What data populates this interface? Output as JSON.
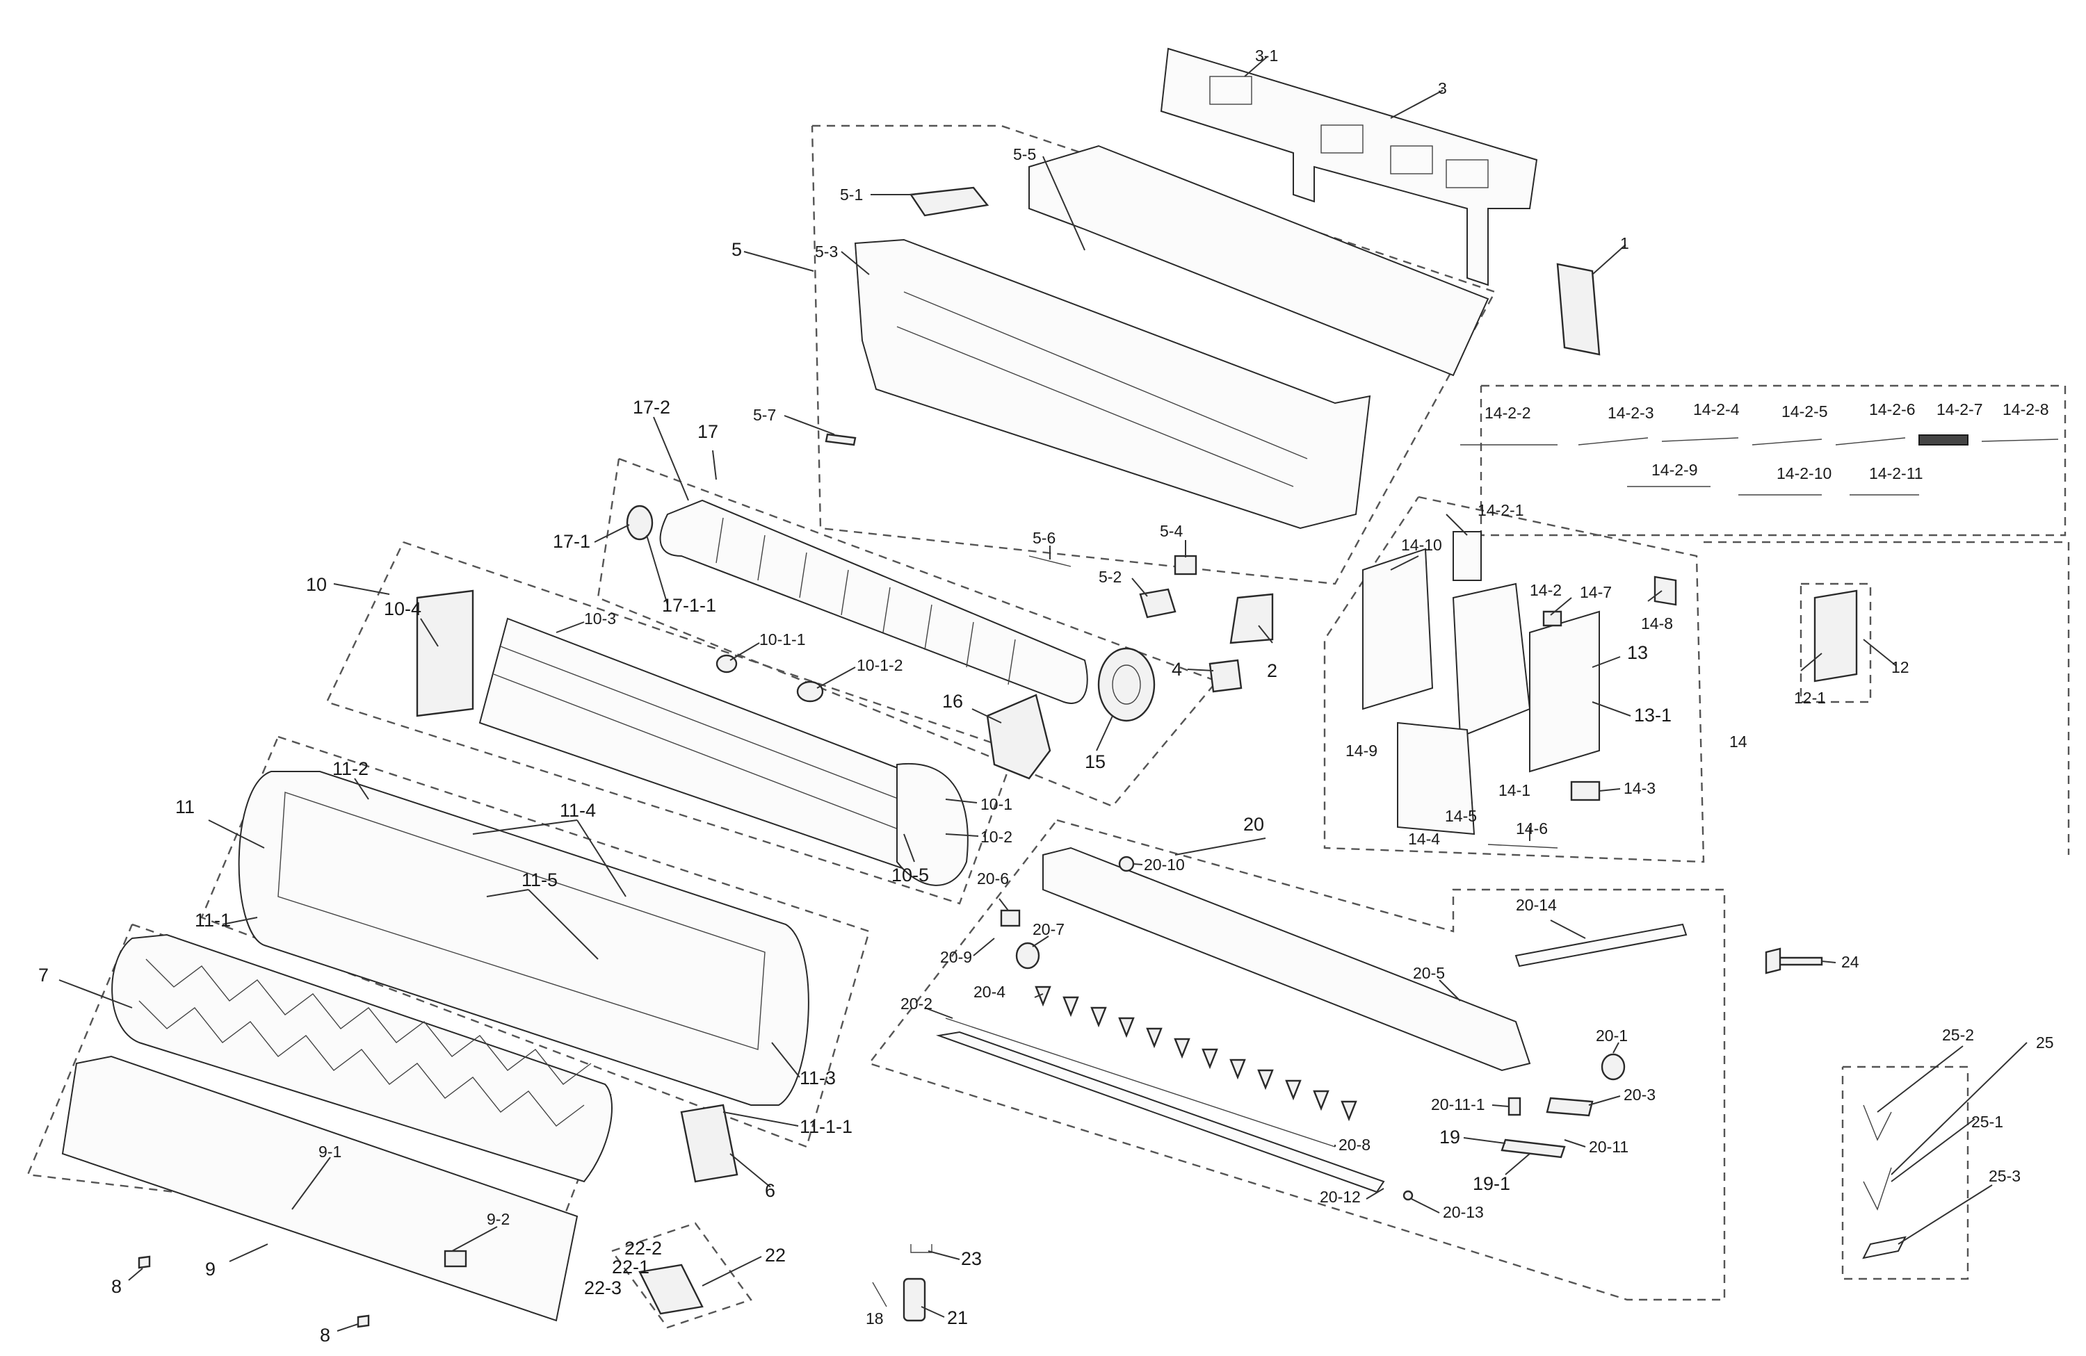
{
  "labels": {
    "p3_1": "3-1",
    "p3": "3",
    "p1": "1",
    "p5_5": "5-5",
    "p5_1": "5-1",
    "p5": "5",
    "p5_3": "5-3",
    "p5_7": "5-7",
    "p5_6": "5-6",
    "p5_4": "5-4",
    "p5_2": "5-2",
    "p4": "4",
    "p2": "2",
    "p17_2": "17-2",
    "p17": "17",
    "p17_1": "17-1",
    "p17_1_1": "17-1-1",
    "p10": "10",
    "p10_4": "10-4",
    "p10_3": "10-3",
    "p10_1_1": "10-1-1",
    "p10_1_2": "10-1-2",
    "p16": "16",
    "p15": "15",
    "p10_1": "10-1",
    "p10_2": "10-2",
    "p10_5": "10-5",
    "p11": "11",
    "p11_2": "11-2",
    "p11_4": "11-4",
    "p11_5": "11-5",
    "p11_1": "11-1",
    "p11_3": "11-3",
    "p11_1_1": "11-1-1",
    "p7": "7",
    "p6": "6",
    "p9_1": "9-1",
    "p9_2": "9-2",
    "p9": "9",
    "p8a": "8",
    "p8b": "8",
    "p22_2": "22-2",
    "p22_1": "22-1",
    "p22_3": "22-3",
    "p22": "22",
    "p23": "23",
    "p18": "18",
    "p21": "21",
    "p14_2_2": "14-2-2",
    "p14_2_3": "14-2-3",
    "p14_2_4": "14-2-4",
    "p14_2_5": "14-2-5",
    "p14_2_6": "14-2-6",
    "p14_2_7": "14-2-7",
    "p14_2_8": "14-2-8",
    "p14_2_9": "14-2-9",
    "p14_2_10": "14-2-10",
    "p14_2_11": "14-2-11",
    "p14_2_1": "14-2-1",
    "p14_10": "14-10",
    "p14_2": "14-2",
    "p14_7": "14-7",
    "p14_8": "14-8",
    "p13": "13",
    "p13_1": "13-1",
    "p14_9": "14-9",
    "p14_1": "14-1",
    "p14_5": "14-5",
    "p14_4": "14-4",
    "p14_3": "14-3",
    "p14_6": "14-6",
    "p14": "14",
    "p12": "12",
    "p12_1": "12-1",
    "p20": "20",
    "p20_10": "20-10",
    "p20_6": "20-6",
    "p20_7": "20-7",
    "p20_9": "20-9",
    "p20_4": "20-4",
    "p20_2": "20-2",
    "p20_14": "20-14",
    "p20_5": "20-5",
    "p20_1": "20-1",
    "p20_3": "20-3",
    "p20_11_1": "20-11-1",
    "p20_11": "20-11",
    "p19": "19",
    "p19_1": "19-1",
    "p20_8": "20-8",
    "p20_12": "20-12",
    "p20_13": "20-13",
    "p24": "24",
    "p25_2": "25-2",
    "p25": "25",
    "p25_1": "25-1",
    "p25_3": "25-3"
  }
}
